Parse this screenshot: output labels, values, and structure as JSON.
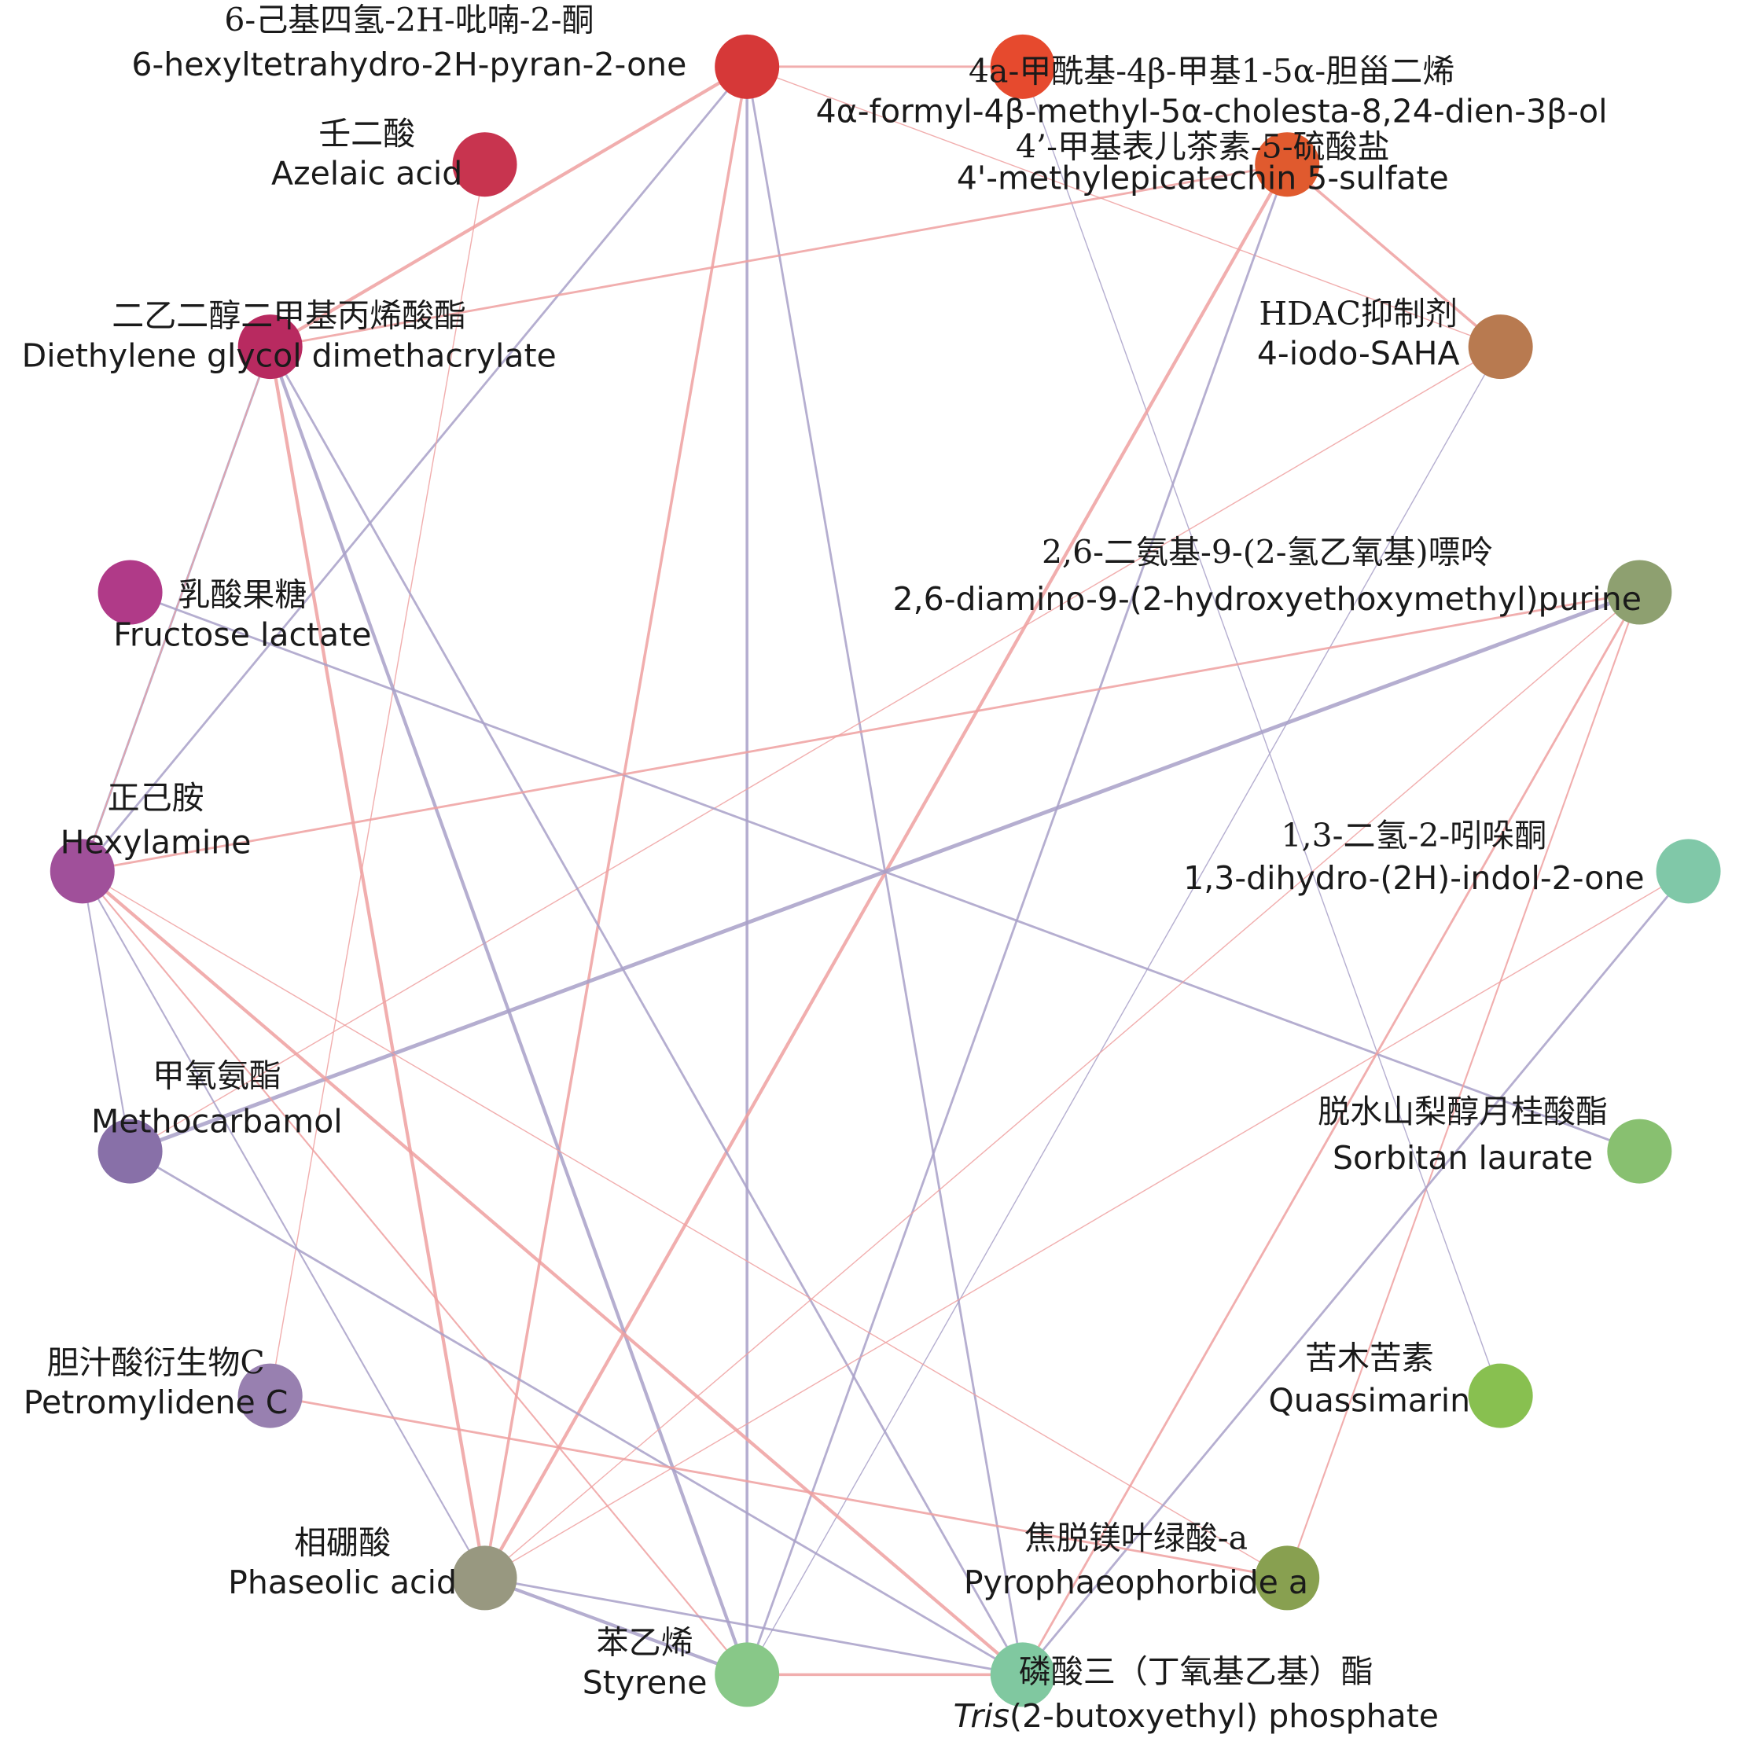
{
  "colors": {
    "positive_edge": "#eea0a0",
    "negative_edge": "#a8a0c8"
  },
  "nodes": [
    {
      "zh": "6-己基四氢-2H-吡喃-2-酮",
      "en": "6-hexyltetrahydro-2H-pyran-2-one",
      "color": "#d63838"
    },
    {
      "zh": "壬二酸",
      "en": "Azelaic acid",
      "color": "#c8344f"
    },
    {
      "zh": "4a-甲酰基-4β-甲基1-5α-胆甾二烯",
      "en": "4α-formyl-4β-methyl-5α-cholesta-8,24-dien-3β-ol",
      "color": "#e64a2e"
    },
    {
      "zh": "4’-甲基表儿茶素-5-硫酸盐",
      "en": "4'-methylepicatechin 5-sulfate",
      "color": "#e05a2e"
    },
    {
      "zh": "HDAC抑制剂",
      "en": "4-iodo-SAHA",
      "color": "#b87a50"
    },
    {
      "zh": "二乙二醇二甲基丙烯酸酯",
      "en": "Diethylene glycol dimethacrylate",
      "color": "#b82a60"
    },
    {
      "zh": "乳酸果糖",
      "en": "Fructose lactate",
      "color": "#b03a88"
    },
    {
      "zh": "2,6-二氨基-9-(2-氢乙氧基)嘌呤",
      "en": "2,6-diamino-9-(2-hydroxyethoxymethyl)purine",
      "color": "#8ea070"
    },
    {
      "zh": "正己胺",
      "en": "Hexylamine",
      "color": "#a0509a"
    },
    {
      "zh": "1,3-二氢-2-吲哚酮",
      "en": "1,3-dihydro-(2H)-indol-2-one",
      "color": "#80c8a8"
    },
    {
      "zh": "甲氧氨酯",
      "en": "Methocarbamol",
      "color": "#8870a8"
    },
    {
      "zh": "脱水山梨醇月桂酸酯",
      "en": "Sorbitan laurate",
      "color": "#88c070"
    },
    {
      "zh": "胆汁酸衍生物C",
      "en": "Petromylidene C",
      "color": "#9880b0"
    },
    {
      "zh": "苦木苦素",
      "en": "Quassimarin",
      "color": "#88c050"
    },
    {
      "zh": "相硼酸",
      "en": "Phaseolic acid",
      "color": "#989880"
    },
    {
      "zh": "焦脱镁叶绿酸-a",
      "en": "Pyrophaeophorbide a",
      "color": "#88a050"
    },
    {
      "zh": "苯乙烯",
      "en": "Styrene",
      "color": "#88c888"
    },
    {
      "zh": "磷酸三（丁氧基乙基）酯",
      "en_italic": "Tris",
      "en": "(2-butoxyethyl) phosphate",
      "color": "#80c8a0"
    }
  ],
  "edges": [
    [
      0,
      5,
      "pos",
      3
    ],
    [
      0,
      14,
      "pos",
      2.5
    ],
    [
      0,
      16,
      "neg",
      2.5
    ],
    [
      0,
      17,
      "neg",
      2
    ],
    [
      0,
      8,
      "neg",
      2
    ],
    [
      0,
      2,
      "pos",
      2
    ],
    [
      0,
      4,
      "pos",
      1
    ],
    [
      1,
      12,
      "pos",
      1
    ],
    [
      2,
      13,
      "neg",
      1
    ],
    [
      3,
      5,
      "pos",
      2
    ],
    [
      3,
      14,
      "pos",
      3
    ],
    [
      3,
      16,
      "neg",
      2
    ],
    [
      3,
      4,
      "pos",
      2.5
    ],
    [
      4,
      10,
      "pos",
      1
    ],
    [
      4,
      16,
      "neg",
      1
    ],
    [
      5,
      8,
      "neg",
      2
    ],
    [
      5,
      14,
      "pos",
      3
    ],
    [
      5,
      16,
      "neg",
      3
    ],
    [
      5,
      17,
      "neg",
      2
    ],
    [
      5,
      8,
      "pos",
      1
    ],
    [
      6,
      11,
      "neg",
      2
    ],
    [
      7,
      8,
      "pos",
      2
    ],
    [
      7,
      10,
      "neg",
      3.5
    ],
    [
      7,
      17,
      "pos",
      2
    ],
    [
      7,
      15,
      "pos",
      1.5
    ],
    [
      7,
      14,
      "pos",
      1
    ],
    [
      8,
      10,
      "neg",
      1.5
    ],
    [
      8,
      14,
      "neg",
      1.5
    ],
    [
      8,
      15,
      "pos",
      1
    ],
    [
      8,
      17,
      "pos",
      3
    ],
    [
      8,
      16,
      "pos",
      1.5
    ],
    [
      9,
      17,
      "neg",
      2
    ],
    [
      9,
      14,
      "pos",
      1
    ],
    [
      10,
      17,
      "neg",
      2
    ],
    [
      12,
      15,
      "pos",
      2
    ],
    [
      14,
      16,
      "neg",
      3
    ],
    [
      14,
      17,
      "neg",
      2
    ],
    [
      16,
      17,
      "pos",
      2.5
    ]
  ]
}
